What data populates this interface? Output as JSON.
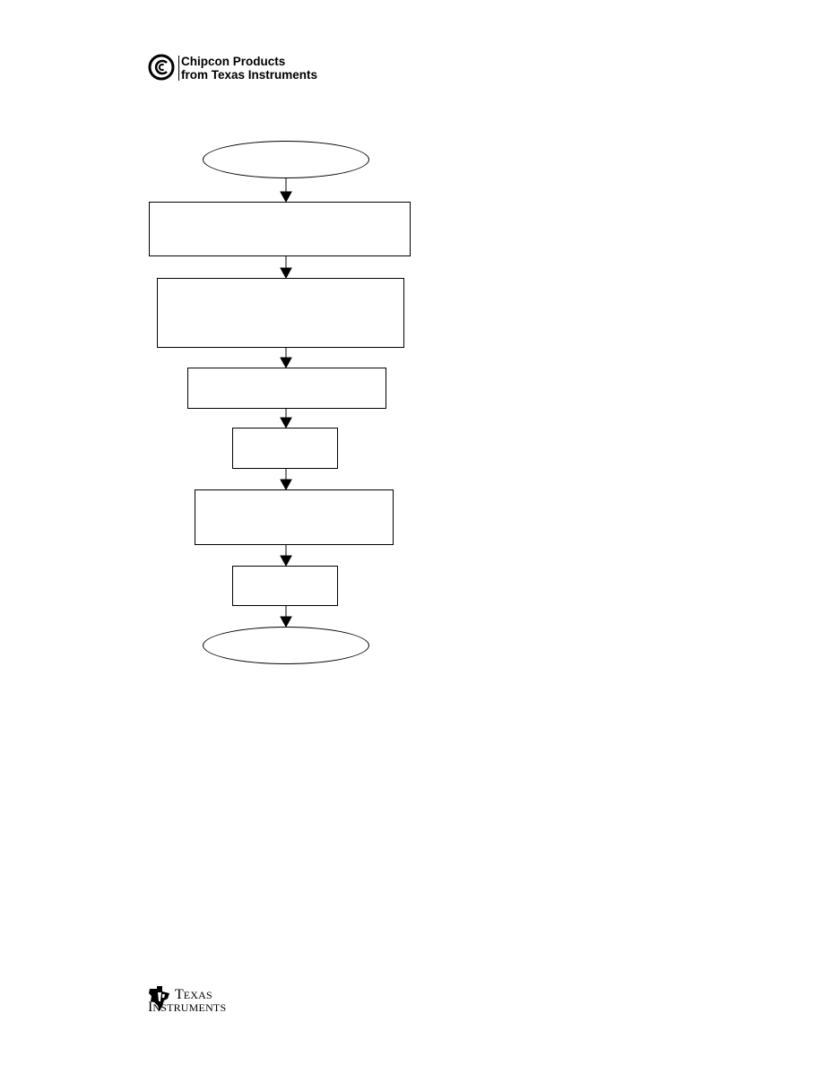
{
  "header": {
    "brand_line1": "Chipcon Products",
    "brand_line2": "from Texas Instruments"
  },
  "flowchart": {
    "nodes": [
      {
        "shape": "terminal",
        "label": ""
      },
      {
        "shape": "process",
        "label": ""
      },
      {
        "shape": "process",
        "label": ""
      },
      {
        "shape": "process",
        "label": ""
      },
      {
        "shape": "process",
        "label": ""
      },
      {
        "shape": "process",
        "label": ""
      },
      {
        "shape": "process",
        "label": ""
      },
      {
        "shape": "terminal",
        "label": ""
      }
    ]
  },
  "footer": {
    "logo_line1_first": "T",
    "logo_line1_rest": "EXAS",
    "logo_line2_first": "I",
    "logo_line2_rest": "NSTRUMENTS"
  }
}
